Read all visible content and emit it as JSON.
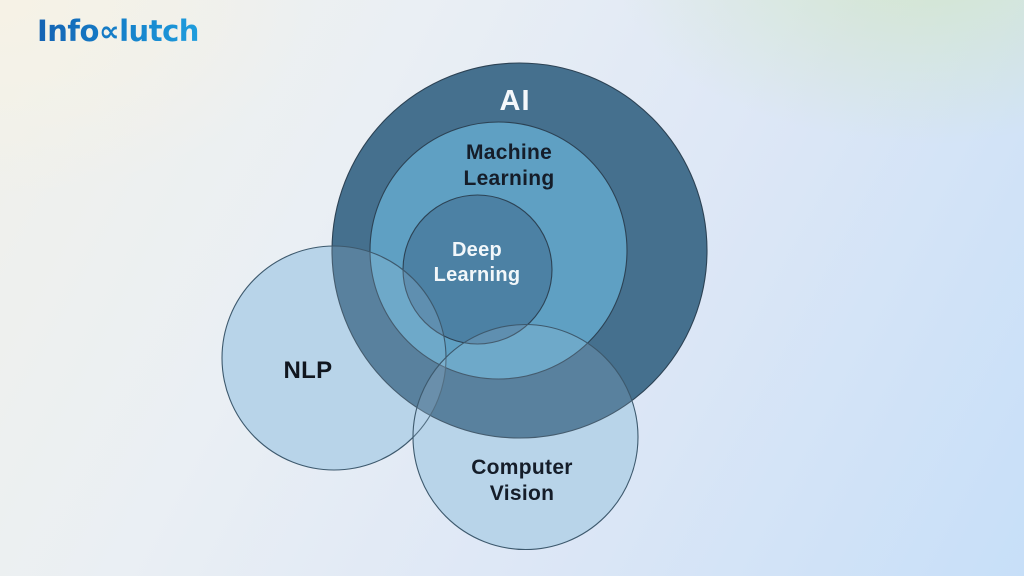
{
  "logo": {
    "text": "Info∝lutch",
    "gradient_start": "#1563B3",
    "gradient_end": "#1F9DDD"
  },
  "diagram": {
    "type": "venn",
    "title": "AI concepts Venn diagram",
    "labels": {
      "ai": "AI",
      "ml": "Machine Learning",
      "dl": "Deep Learning",
      "nlp": "NLP",
      "cv": "Computer Vision"
    },
    "relationships": [
      "Deep Learning is inside Machine Learning",
      "Machine Learning is inside AI",
      "NLP partially overlaps AI and Machine Learning",
      "Computer Vision partially overlaps AI and Machine Learning",
      "NLP and Computer Vision partially overlap each other"
    ],
    "colors": {
      "ai_fill": "#45708E",
      "ml_fill": "#5FA0C3",
      "dl_fill": "#4C81A4",
      "nlp_fill": "#B9D5E9",
      "cv_fill": "#B9D5E9",
      "circle_stroke": "#2C4254",
      "ai_text": "#F4F8FB",
      "dark_text": "#151D29",
      "background_topleft": "#F5F3EB",
      "background_topright": "#DFEAD9",
      "background_bottomright": "#C6E0F7",
      "background_bottomleft": "#DDE6F8"
    }
  }
}
